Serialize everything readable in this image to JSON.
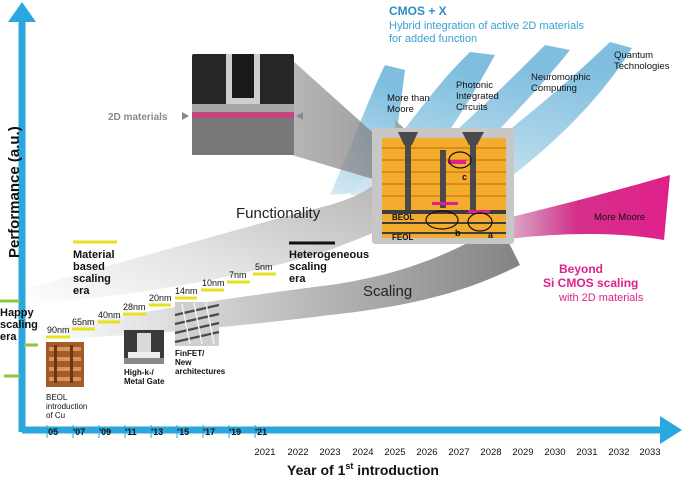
{
  "colors": {
    "axis_blue": "#2aa7dc",
    "cmos_x_blue": "#2a8fc9",
    "beyond_magenta": "#e0208a",
    "scaling_yellow": "#e6e21e",
    "happy_green": "#8cc63f",
    "chip_orange": "#f2ac2e"
  },
  "axes": {
    "y_label": "Performance (a.u.)",
    "x_label_main": "Year of 1",
    "x_label_sup": "st",
    "x_label_rest": " introduction",
    "apostrophe_years": [
      "'05",
      "'07",
      "'09",
      "'11",
      "'13",
      "'15",
      "'17",
      "'19",
      "'21"
    ],
    "full_years": [
      "2021",
      "2022",
      "2023",
      "2024",
      "2025",
      "2026",
      "2027",
      "2028",
      "2029",
      "2030",
      "2031",
      "2032",
      "2033"
    ]
  },
  "eras": {
    "happy": [
      "Happy",
      "scaling",
      "era"
    ],
    "material": [
      "Material",
      "based",
      "scaling",
      "era"
    ],
    "heterogeneous": [
      "Heterogeneous",
      "scaling",
      "era"
    ]
  },
  "nodes": [
    "90nm",
    "65nm",
    "40nm",
    "28nm",
    "20nm",
    "14nm",
    "10nm",
    "7nm",
    "5nm"
  ],
  "captions": {
    "beol_cu": [
      "BEOL",
      "introduction",
      "of Cu"
    ],
    "highk": [
      "High-k-/",
      "Metal Gate"
    ],
    "finfet": [
      "FinFET/",
      "New",
      "architectures"
    ]
  },
  "labels": {
    "two_d_materials": "2D materials",
    "functionality": "Functionality",
    "scaling": "Scaling",
    "more_moore": "More Moore",
    "cmos_x_title": "CMOS + X",
    "cmos_x_subtitle": [
      "Hybrid integration of active 2D materials",
      "for added function"
    ],
    "beyond_title": [
      "Beyond",
      "Si CMOS scaling"
    ],
    "beyond_subtitle": "with 2D materials",
    "beol": "BEOL",
    "feol": "FEOL",
    "callout_a": "a",
    "callout_b": "b",
    "callout_c": "c"
  },
  "branches": [
    [
      "More than",
      "Moore"
    ],
    [
      "Photonic",
      "Integrated",
      "Circuits"
    ],
    [
      "Neuromorphic",
      "Computing"
    ],
    [
      "Quantum",
      "Technologies"
    ]
  ]
}
